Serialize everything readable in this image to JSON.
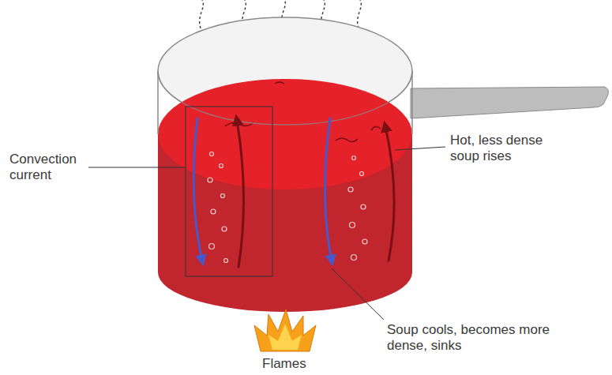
{
  "diagram": {
    "labels": [
      "Convection current",
      "Hot, less dense soup rises",
      "Soup cools, becomes more dense, sinks",
      "Flames"
    ]
  }
}
